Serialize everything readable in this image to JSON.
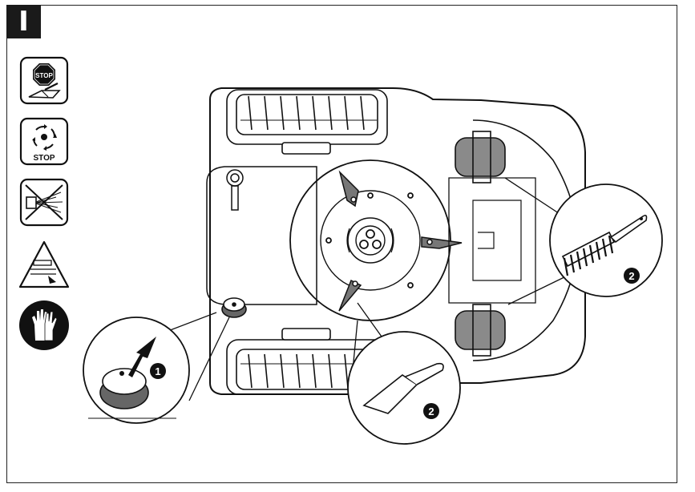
{
  "section": {
    "label": "I"
  },
  "warning_icons": [
    {
      "name": "stop-manual-icon",
      "text": "STOP"
    },
    {
      "name": "stop-rotating-blades-icon",
      "text": "STOP"
    },
    {
      "name": "no-water-jet-icon"
    },
    {
      "name": "hazard-cutting-icon"
    },
    {
      "name": "gloves-icon"
    }
  ],
  "callouts": {
    "stop_button_marker": "1",
    "brush_marker": "2",
    "scraper_marker": "2"
  }
}
